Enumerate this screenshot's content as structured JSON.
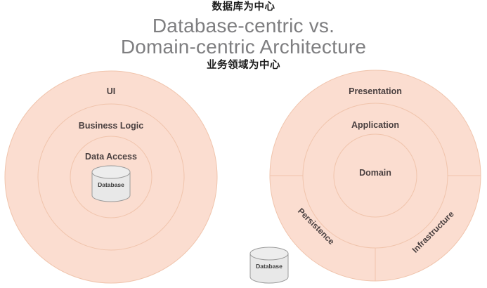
{
  "header": {
    "cn_top": "数据库为中心",
    "title": "Database-centric vs.\nDomain-centric Architecture",
    "cn_bottom": "业务领域为中心"
  },
  "colors": {
    "ring_fill": "#fbddd0",
    "ring_stroke": "#f0c4ac",
    "label_text": "#4a4040",
    "title_text": "#7e7e80",
    "annotation_text": "#1b1b1b",
    "cylinder_fill": "#e8e8e8",
    "cylinder_stroke": "#9a9a9a",
    "background": "#ffffff"
  },
  "left_diagram": {
    "name": "database-centric-architecture",
    "rings": [
      {
        "label": "UI"
      },
      {
        "label": "Business Logic"
      },
      {
        "label": "Data Access"
      }
    ],
    "center": {
      "label": "Database",
      "type": "cylinder"
    }
  },
  "right_diagram": {
    "name": "domain-centric-architecture",
    "rings": [
      {
        "label": "Presentation"
      },
      {
        "label": "Application"
      },
      {
        "label": "Domain"
      }
    ],
    "outer_segments": [
      {
        "label": "Persistence"
      },
      {
        "label": "Infrastructure"
      }
    ]
  },
  "external_store": {
    "label": "Database",
    "type": "cylinder"
  }
}
